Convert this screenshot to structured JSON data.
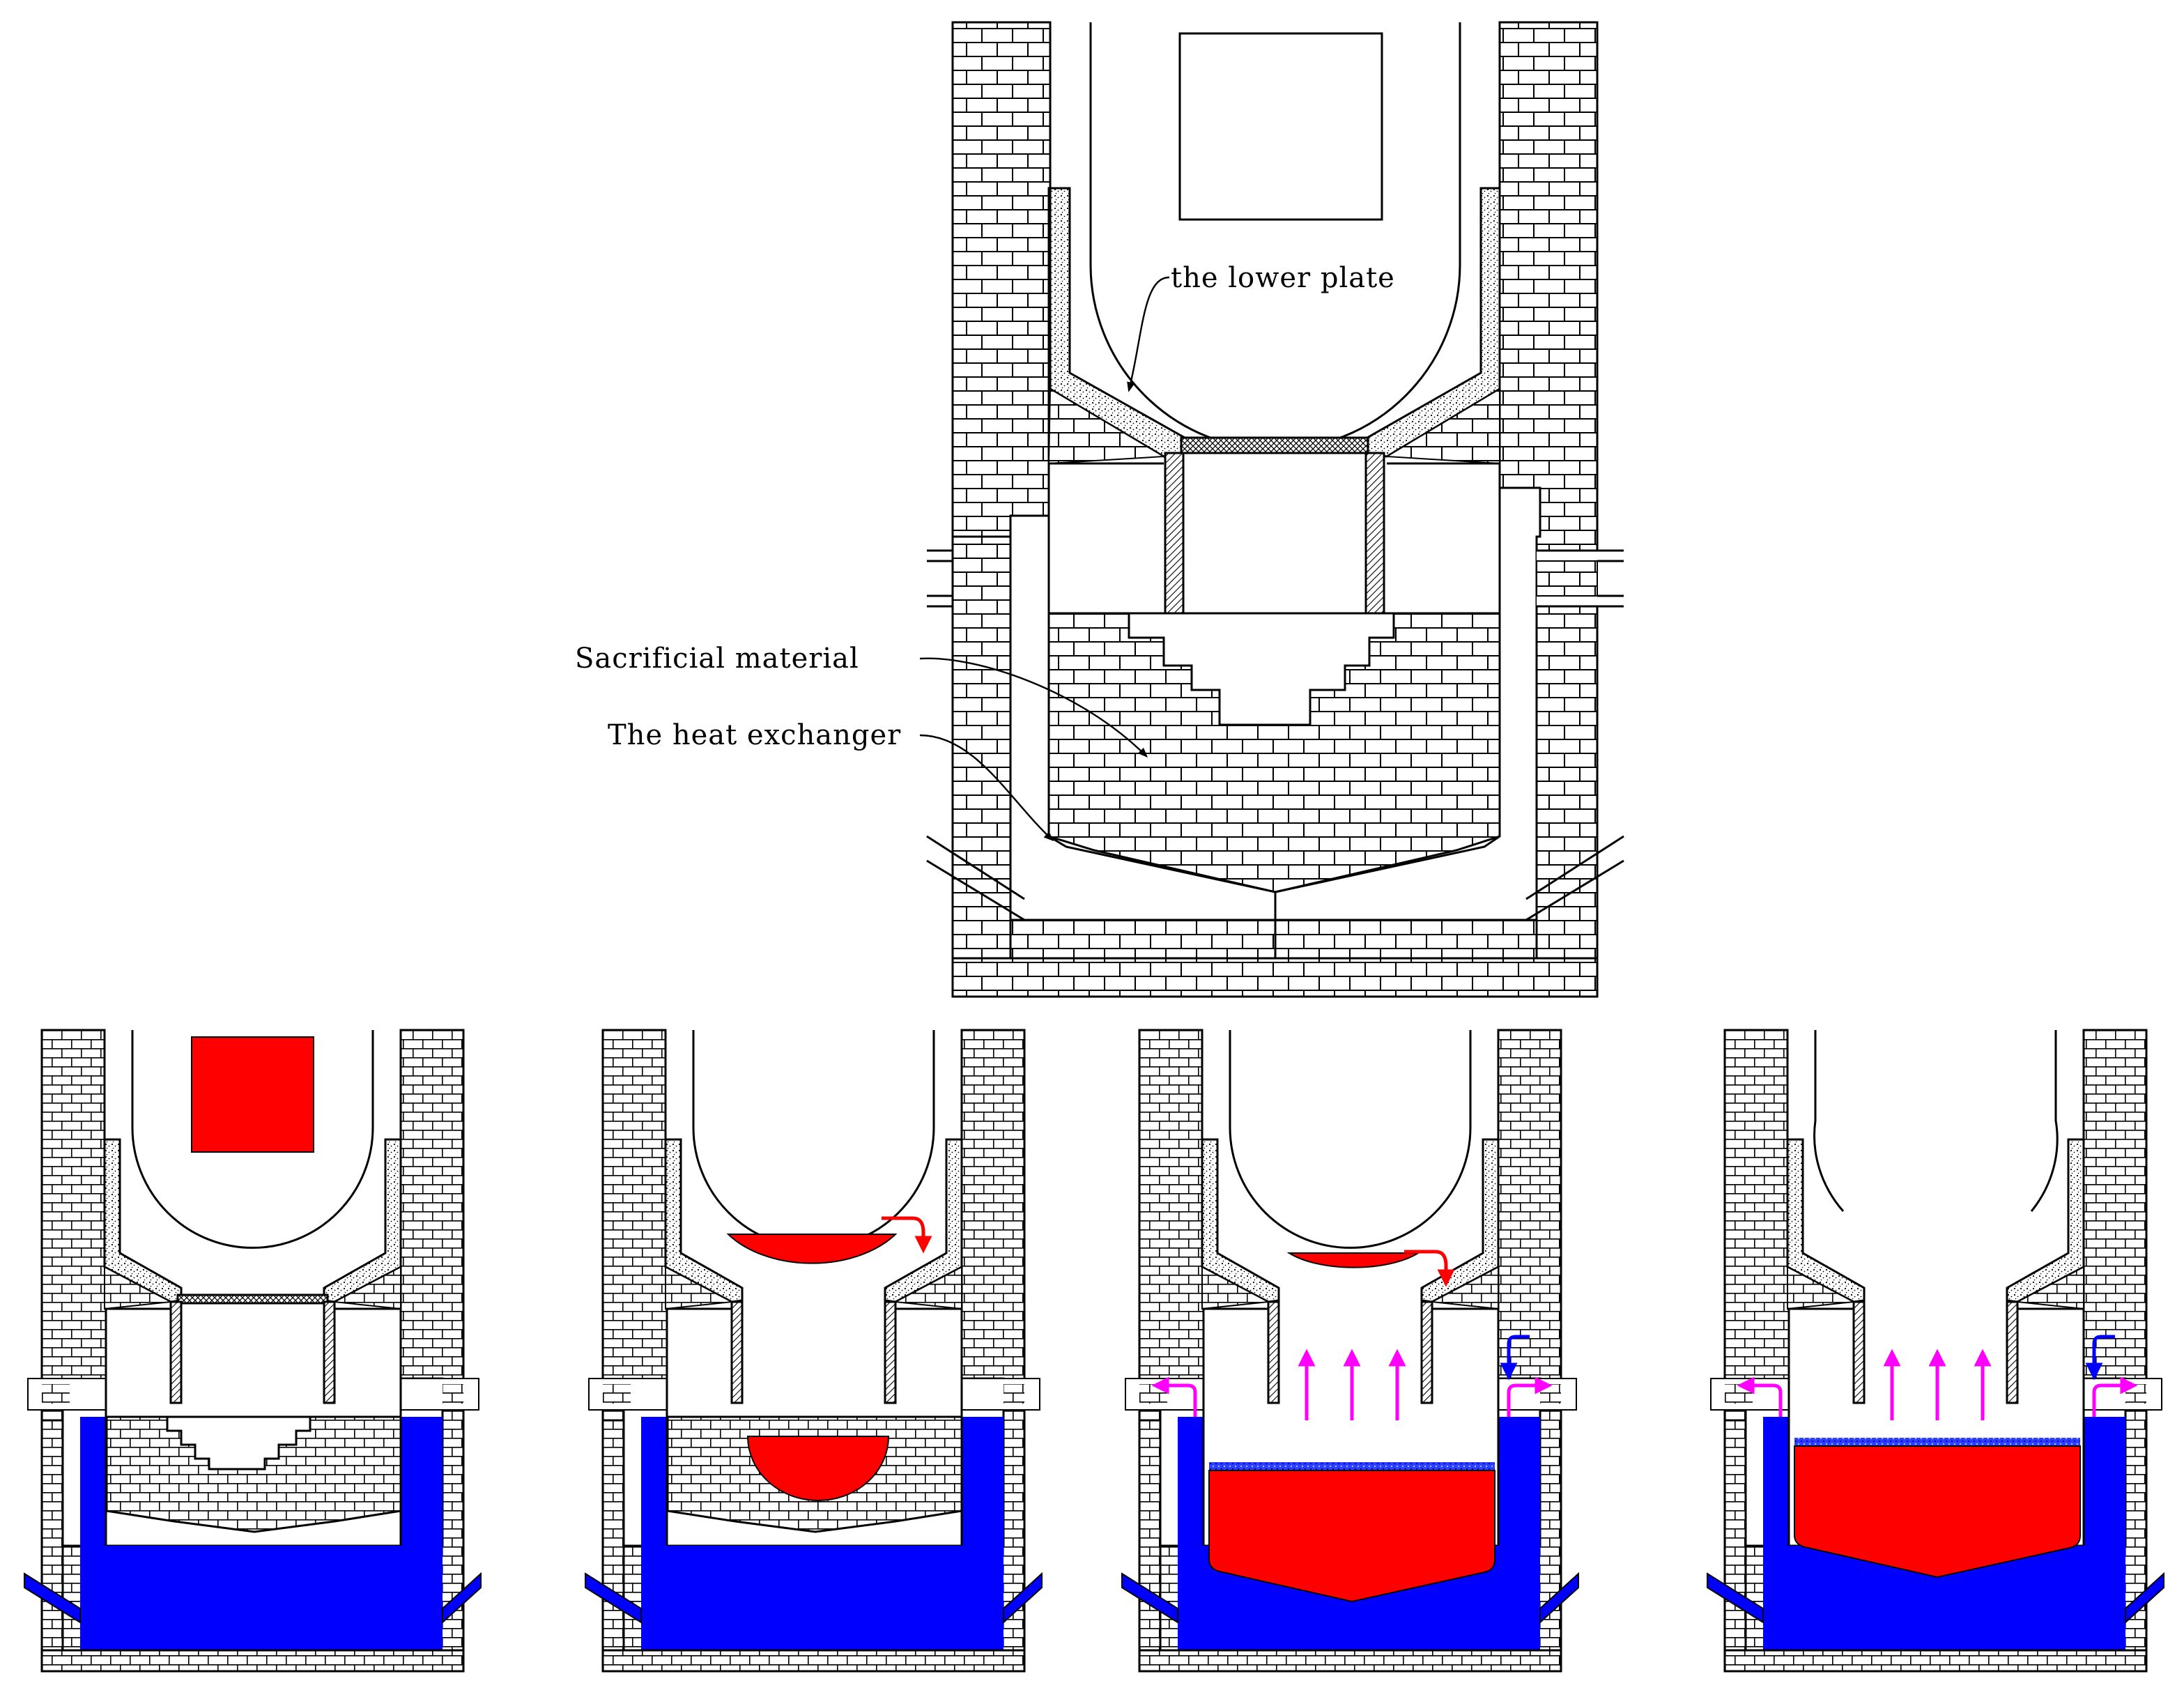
{
  "labels": {
    "lower_plate": "the lower plate",
    "sacrificial": "Sacrificial material",
    "heat_exchanger": "The heat exchanger"
  },
  "colors": {
    "melt": "#ff0000",
    "water": "#0000ff",
    "steam_arrow": "#ff00ff",
    "flow_arrow_red": "#ff0000",
    "flow_arrow_blue": "#0000ff",
    "line": "#000000"
  },
  "stages": [
    {
      "id": "stage-1",
      "melt_in_vessel": "block",
      "sacrificial": "intact",
      "steam": false
    },
    {
      "id": "stage-2",
      "melt_in_vessel": "bottom-pool",
      "sacrificial": "melting",
      "steam": false
    },
    {
      "id": "stage-3",
      "melt_in_vessel": "thin-pool",
      "sacrificial": "consumed",
      "steam": true
    },
    {
      "id": "stage-4",
      "melt_in_vessel": "none",
      "sacrificial": "consumed",
      "steam": true
    }
  ]
}
